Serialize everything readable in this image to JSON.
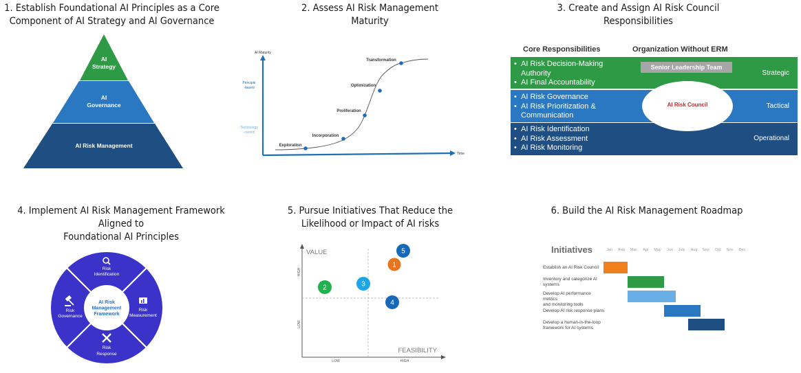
{
  "panels": {
    "p1": {
      "title_line1": "1. Establish Foundational AI Principles as a Core",
      "title_line2": "Component of AI Strategy and AI Governance",
      "tiers": [
        {
          "line1": "AI",
          "line2": "Strategy",
          "color": "#2e9a45"
        },
        {
          "line1": "AI",
          "line2": "Governance",
          "color": "#2a78c2"
        },
        {
          "line1": "AI Risk Management",
          "line2": "",
          "color": "#1f4e82"
        }
      ]
    },
    "p2": {
      "title_line1": "2. Assess AI Risk Management",
      "title_line2": "Maturity",
      "y_axis_label": "AI Maturity",
      "x_axis_label": "Time",
      "y_high_label_line1": "Principle",
      "y_high_label_line2": "-based",
      "y_low_label_line1": "Technology",
      "y_low_label_line2": "-centric",
      "stages": [
        "Exploration",
        "Incorporation",
        "Proliferation",
        "Optimization",
        "Transformation"
      ],
      "accent": "#1f6fb5"
    },
    "p3": {
      "title_line1": "3. Create and Assign AI Risk Council",
      "title_line2": "Responsibilities",
      "col1_header": "Core Responsibilities",
      "col2_header": "Organization Without ERM",
      "senior_label": "Senior Leadership Team",
      "council_label": "AI Risk Council",
      "rows": [
        {
          "items": [
            "AI Risk Decision-Making Authority",
            "AI Final Accountability"
          ],
          "level": "Strategic",
          "color": "#2e9a45"
        },
        {
          "items": [
            "AI Risk Governance",
            "AI Risk Prioritization & Communication"
          ],
          "level": "Tactical",
          "color": "#2a78c2"
        },
        {
          "items": [
            "AI Risk Identification",
            "AI Risk Assessment",
            "AI Risk Monitoring"
          ],
          "level": "Operational",
          "color": "#1f4e82"
        }
      ]
    },
    "p4": {
      "title_line1": "4. Implement AI Risk Management Framework Aligned to",
      "title_line2": "Foundational AI Principles",
      "center_line1": "AI Risk",
      "center_line2": "Management",
      "center_line3": "Framework",
      "segments": [
        {
          "line1": "Risk",
          "line2": "Identification",
          "icon": "magnifier-icon"
        },
        {
          "line1": "Risk",
          "line2": "Measurement",
          "icon": "chart-icon"
        },
        {
          "line1": "Risk",
          "line2": "Response",
          "icon": "tools-icon"
        },
        {
          "line1": "Risk",
          "line2": "Governance",
          "icon": "gavel-icon"
        }
      ],
      "color": "#3b33c9"
    },
    "p5": {
      "title_line1": "5. Pursue Initiatives That Reduce the",
      "title_line2": "Likelihood or Impact of AI risks",
      "y_label": "VALUE",
      "x_label": "FEASIBILITY",
      "y_high": "HIGH",
      "y_low": "LOW",
      "x_low": "LOW",
      "x_high": "HIGH",
      "points": [
        {
          "label": "1",
          "color": "#e8741e"
        },
        {
          "label": "2",
          "color": "#22b14c"
        },
        {
          "label": "3",
          "color": "#1ea5e3"
        },
        {
          "label": "4",
          "color": "#1769b8"
        },
        {
          "label": "5",
          "color": "#1769b8"
        }
      ]
    },
    "p6": {
      "title": "6. Build the AI Risk Management Roadmap",
      "header": "Initiatives",
      "months": [
        "Jan",
        "Feb",
        "Mar",
        "Apr",
        "May",
        "Jun",
        "July",
        "Aug",
        "Sep",
        "Oct",
        "Nov",
        "Dec"
      ],
      "tasks": [
        {
          "line1": "Establish an AI Risk Council",
          "line2": "",
          "color": "#f07f1e"
        },
        {
          "line1": "Inventory and categorize AI",
          "line2": "systems",
          "color": "#2e9a45"
        },
        {
          "line1": "Develop AI performance metrics",
          "line2": "and monitoring tools",
          "color": "#6aaee6"
        },
        {
          "line1": "Develop AI risk response plans",
          "line2": "",
          "color": "#2a78c2"
        },
        {
          "line1": "Develop a human-in-the-loop",
          "line2": "framework for AI systems",
          "color": "#1f4e82"
        }
      ]
    }
  }
}
